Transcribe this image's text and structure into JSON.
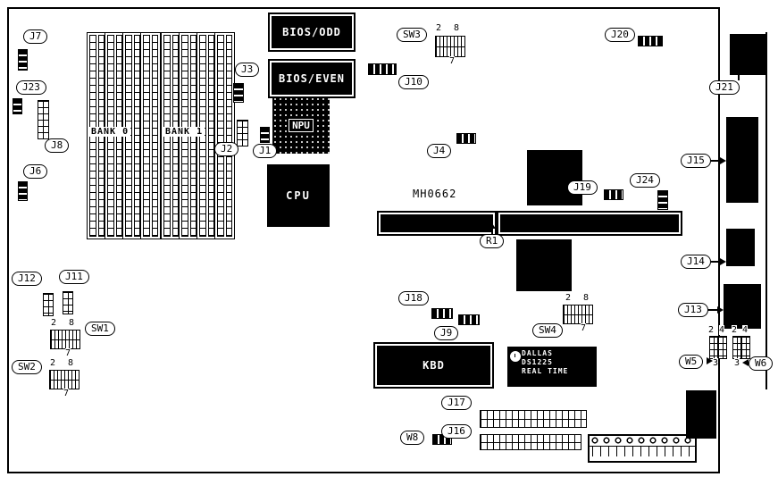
{
  "labels": {
    "j1": "J1",
    "j2": "J2",
    "j3": "J3",
    "j4": "J4",
    "j6": "J6",
    "j7": "J7",
    "j8": "J8",
    "j9": "J9",
    "j10": "J10",
    "j11": "J11",
    "j12": "J12",
    "j13": "J13",
    "j14": "J14",
    "j15": "J15",
    "j16": "J16",
    "j17": "J17",
    "j18": "J18",
    "j19": "J19",
    "j20": "J20",
    "j21": "J21",
    "j23": "J23",
    "j24": "J24",
    "r1": "R1",
    "sw1": "SW1",
    "sw2": "SW2",
    "sw3": "SW3",
    "sw4": "SW4",
    "w5": "W5",
    "w6": "W6",
    "w8": "W8"
  },
  "chips": {
    "bios_odd": "BIOS/ODD",
    "bios_even": "BIOS/EVEN",
    "npu": "NPU",
    "cpu": "CPU",
    "kbd": "KBD",
    "rtc_line1": "DALLAS",
    "rtc_line2": "DS1225",
    "rtc_line3": "REAL TIME",
    "part_number": "MH0662",
    "bank0": "BANK 0",
    "bank1": "BANK 1"
  },
  "pins": {
    "p2": "2",
    "p3": "3",
    "p4": "4",
    "p7": "7",
    "p8": "8"
  }
}
